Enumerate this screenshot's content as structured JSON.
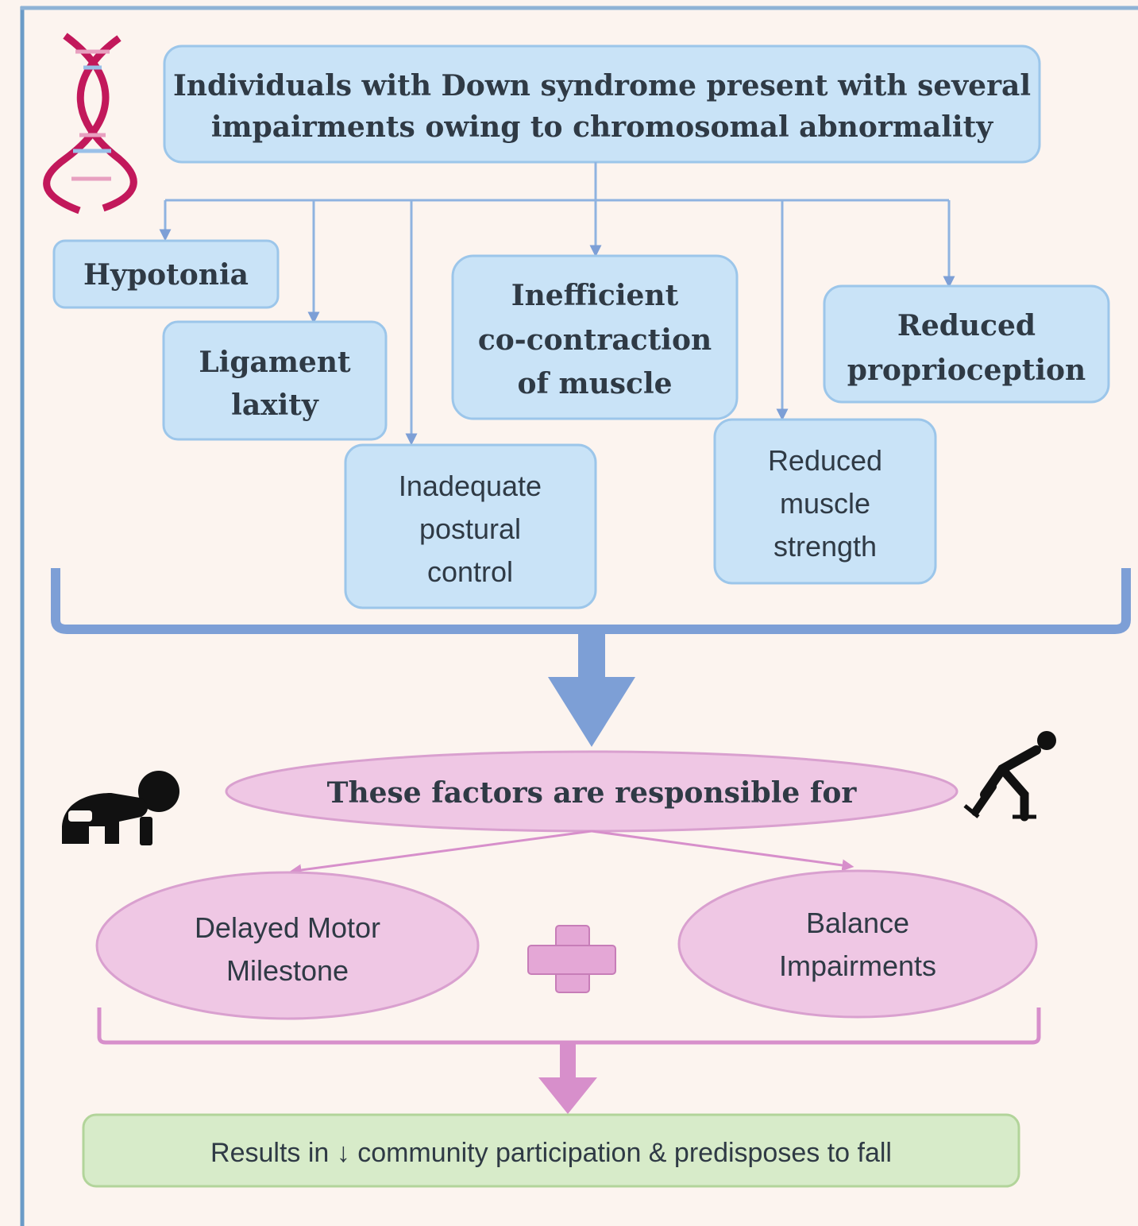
{
  "diagram": {
    "top_box": {
      "line1": "Individuals with Down syndrome present with several",
      "line2": "impairments owing to chromosomal abnormality"
    },
    "impairments": [
      {
        "lines": [
          "Hypotonia"
        ]
      },
      {
        "lines": [
          "Ligament",
          "laxity"
        ]
      },
      {
        "lines": [
          "Inadequate",
          "postural",
          "control"
        ]
      },
      {
        "lines": [
          "Inefficient",
          "co-contraction",
          "of muscle"
        ]
      },
      {
        "lines": [
          "Reduced",
          "muscle",
          "strength"
        ]
      },
      {
        "lines": [
          "Reduced",
          "proprioception"
        ]
      }
    ],
    "factors_ellipse": "These factors are responsible for",
    "outcomes": [
      {
        "lines": [
          "Delayed Motor",
          "Milestone"
        ]
      },
      {
        "lines": [
          "Balance",
          "Impairments"
        ]
      }
    ],
    "result_box": {
      "prefix": "Results in",
      "down_arrow": "↓",
      "suffix": "community participation & predisposes to fall"
    },
    "icons": [
      "dna-icon",
      "crawling-baby-icon",
      "skater-icon",
      "plus-icon"
    ],
    "colors": {
      "background": "#fcf4ef",
      "blue_box_fill": "#c9e3f7",
      "blue_box_stroke": "#9cc6ea",
      "blue_arrow": "#7d9fd6",
      "pink_fill": "#efc7e4",
      "pink_stroke": "#d9a0cf",
      "pink_arrow": "#d78fcb",
      "green_fill": "#d7ebc9",
      "green_stroke": "#b2d49a",
      "frame": "#6b9bc7"
    }
  }
}
